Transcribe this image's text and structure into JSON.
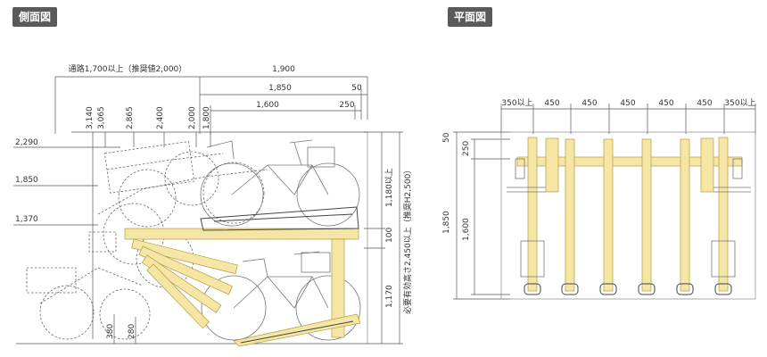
{
  "side_view": {
    "title": "側面図",
    "top_dims": {
      "aisle": "通路1,700以上（推奨値2,000）",
      "d1900": "1,900",
      "d1850": "1,850",
      "d50": "50",
      "d1600": "1,600",
      "d250": "250"
    },
    "vertical_ticks": [
      "3,140",
      "3,065",
      "2,865",
      "2,400",
      "2,000",
      "1,800"
    ],
    "left_heights": [
      "2,290",
      "1,850",
      "1,370"
    ],
    "bottom_dims": [
      "380",
      "280"
    ],
    "right_dims": {
      "d1180": "1,180以上",
      "d100": "100",
      "d1170": "1,170",
      "effective_height": "必要有効高さ2,450以上（推奨H2,500）"
    }
  },
  "plan_view": {
    "title": "平面図",
    "top_dims": [
      "350以上",
      "450",
      "450",
      "450",
      "450",
      "450",
      "350以上"
    ],
    "left_dims": {
      "d50": "50",
      "d250": "250",
      "d1850": "1,850",
      "d1600": "1,600"
    }
  },
  "colors": {
    "rail_fill": "#f5e6a6",
    "rail_stroke": "#b39b3a",
    "tag_bg": "#5a5a5a"
  }
}
